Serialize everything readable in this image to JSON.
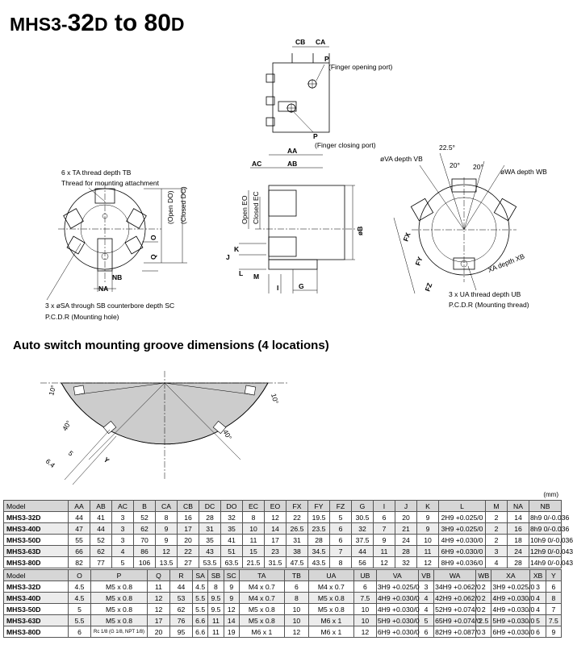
{
  "title": {
    "part1": "MHS3-",
    "part2": "32",
    "part3": "D",
    "part4": " to 80",
    "part5": "D"
  },
  "section_title": "Auto switch mounting groove dimensions (4 locations)",
  "unit": "(mm)",
  "drawing_labels": {
    "cb": "CB",
    "ca": "CA",
    "p_top": "P",
    "finger_opening": "(Finger opening port)",
    "p_bottom": "P",
    "finger_closing": "(Finger closing port)",
    "ta_line1": "6 x TA thread depth TB",
    "ta_line2": "Thread for mounting attachment",
    "open_do": "(Open DO)",
    "closed_dc": "(Closed DC)",
    "o": "O",
    "q": "Q",
    "nb": "NB",
    "na": "NA",
    "sa_line": "3 x øSA through SB counterbore depth SC",
    "pcdr_hole": "P.C.D.R (Mounting hole)",
    "aa": "AA",
    "ac": "AC",
    "ab": "AB",
    "open_eo": "Open EO",
    "closed_ec": "Closed EC",
    "ob": "øB",
    "k": "K",
    "j": "J",
    "l": "L",
    "m": "M",
    "i": "I",
    "g": "G",
    "angle225": "22.5°",
    "va": "øVA depth VB",
    "wa": "øWA depth WB",
    "deg20a": "20°",
    "deg20b": "20°",
    "fx": "FX",
    "fy": "FY",
    "fz": "FZ",
    "xa": "XA depth XB",
    "ua_line": "3 x UA thread depth UB",
    "pcdr_thread": "P.C.D.R (Mounting thread)",
    "g10a": "10°",
    "g10b": "10°",
    "g40a": "40°",
    "g40b": "40°",
    "g64": "6.4",
    "g5": "5",
    "gy": "Y"
  },
  "table1": {
    "headers": [
      "Model",
      "AA",
      "AB",
      "AC",
      "B",
      "CA",
      "CB",
      "DC",
      "DO",
      "EC",
      "EO",
      "FX",
      "FY",
      "FZ",
      "G",
      "I",
      "J",
      "K",
      "L",
      "M",
      "NA",
      "NB"
    ],
    "rows": [
      [
        "MHS3-32D",
        "44",
        "41",
        "3",
        "52",
        "8",
        "16",
        "28",
        "32",
        "8",
        "12",
        "22",
        "19.5",
        "5",
        "30.5",
        "6",
        "20",
        "9",
        "2H9 +0.025/0",
        "2",
        "14",
        "8h9 0/-0.036"
      ],
      [
        "MHS3-40D",
        "47",
        "44",
        "3",
        "62",
        "9",
        "17",
        "31",
        "35",
        "10",
        "14",
        "26.5",
        "23.5",
        "6",
        "32",
        "7",
        "21",
        "9",
        "3H9 +0.025/0",
        "2",
        "16",
        "8h9 0/-0.036"
      ],
      [
        "MHS3-50D",
        "55",
        "52",
        "3",
        "70",
        "9",
        "20",
        "35",
        "41",
        "11",
        "17",
        "31",
        "28",
        "6",
        "37.5",
        "9",
        "24",
        "10",
        "4H9 +0.030/0",
        "2",
        "18",
        "10h9 0/-0.036"
      ],
      [
        "MHS3-63D",
        "66",
        "62",
        "4",
        "86",
        "12",
        "22",
        "43",
        "51",
        "15",
        "23",
        "38",
        "34.5",
        "7",
        "44",
        "11",
        "28",
        "11",
        "6H9 +0.030/0",
        "3",
        "24",
        "12h9 0/-0.043"
      ],
      [
        "MHS3-80D",
        "82",
        "77",
        "5",
        "106",
        "13.5",
        "27",
        "53.5",
        "63.5",
        "21.5",
        "31.5",
        "47.5",
        "43.5",
        "8",
        "56",
        "12",
        "32",
        "12",
        "8H9 +0.036/0",
        "4",
        "28",
        "14h9 0/-0.043"
      ]
    ]
  },
  "table2": {
    "headers": [
      "Model",
      "O",
      "P",
      "Q",
      "R",
      "SA",
      "SB",
      "SC",
      "TA",
      "TB",
      "UA",
      "UB",
      "VA",
      "VB",
      "WA",
      "WB",
      "XA",
      "XB",
      "Y"
    ],
    "rows": [
      [
        "MHS3-32D",
        "4.5",
        "M5 x 0.8",
        "11",
        "44",
        "4.5",
        "8",
        "9",
        "M4 x 0.7",
        "6",
        "M4 x 0.7",
        "6",
        "3H9 +0.025/0",
        "3",
        "34H9 +0.062/0",
        "2",
        "3H9 +0.025/0",
        "3",
        "6"
      ],
      [
        "MHS3-40D",
        "4.5",
        "M5 x 0.8",
        "12",
        "53",
        "5.5",
        "9.5",
        "9",
        "M4 x 0.7",
        "8",
        "M5 x 0.8",
        "7.5",
        "4H9 +0.030/0",
        "4",
        "42H9 +0.062/0",
        "2",
        "4H9 +0.030/0",
        "4",
        "8"
      ],
      [
        "MHS3-50D",
        "5",
        "M5 x 0.8",
        "12",
        "62",
        "5.5",
        "9.5",
        "12",
        "M5 x 0.8",
        "10",
        "M5 x 0.8",
        "10",
        "4H9 +0.030/0",
        "4",
        "52H9 +0.074/0",
        "2",
        "4H9 +0.030/0",
        "4",
        "7"
      ],
      [
        "MHS3-63D",
        "5.5",
        "M5 x 0.8",
        "17",
        "76",
        "6.6",
        "11",
        "14",
        "M5 x 0.8",
        "10",
        "M6 x 1",
        "10",
        "5H9 +0.030/0",
        "5",
        "65H9 +0.074/0",
        "2.5",
        "5H9 +0.030/0",
        "5",
        "7.5"
      ],
      [
        "MHS3-80D",
        "6",
        "Rc 1/8 (G 1/8, NPT 1/8)",
        "20",
        "95",
        "6.6",
        "11",
        "19",
        "M6 x 1",
        "12",
        "M6 x 1",
        "12",
        "6H9 +0.030/0",
        "6",
        "82H9 +0.087/0",
        "3",
        "6H9 +0.030/0",
        "6",
        "9"
      ]
    ]
  }
}
